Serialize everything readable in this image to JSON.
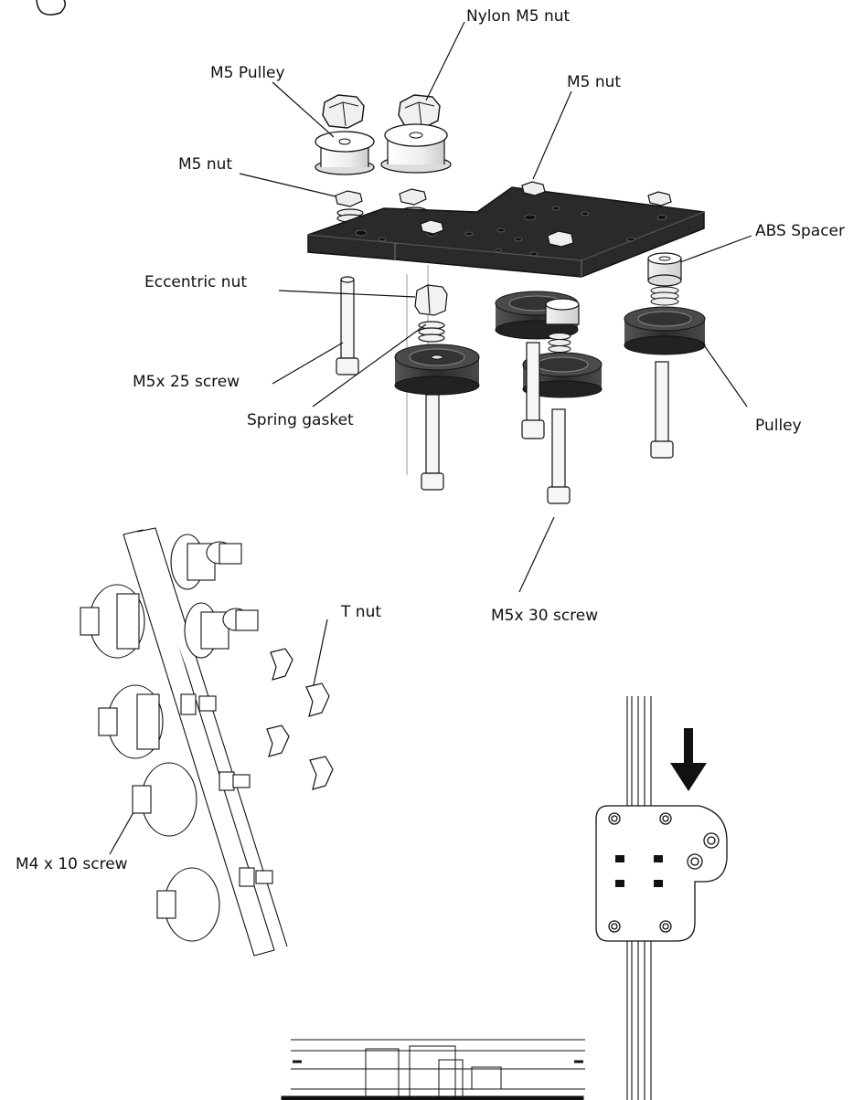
{
  "labels": {
    "nylon_m5_nut": "Nylon M5 nut",
    "m5_pulley": "M5 Pulley",
    "m5_nut_top": "M5 nut",
    "m5_nut_left": "M5 nut",
    "abs_spacer": "ABS Spacer",
    "eccentric_nut": "Eccentric nut",
    "m5x25_screw": "M5x 25 screw",
    "spring_gasket": "Spring gasket",
    "pulley": "Pulley",
    "m5x30_screw": "M5x 30 screw",
    "t_nut": "T nut",
    "m4x10_screw": "M4 x 10 screw"
  },
  "colors": {
    "plate": "#2a2a2a",
    "wheel": "#3a3a3a",
    "line": "#111111",
    "part_fill": "#f4f4f4"
  }
}
